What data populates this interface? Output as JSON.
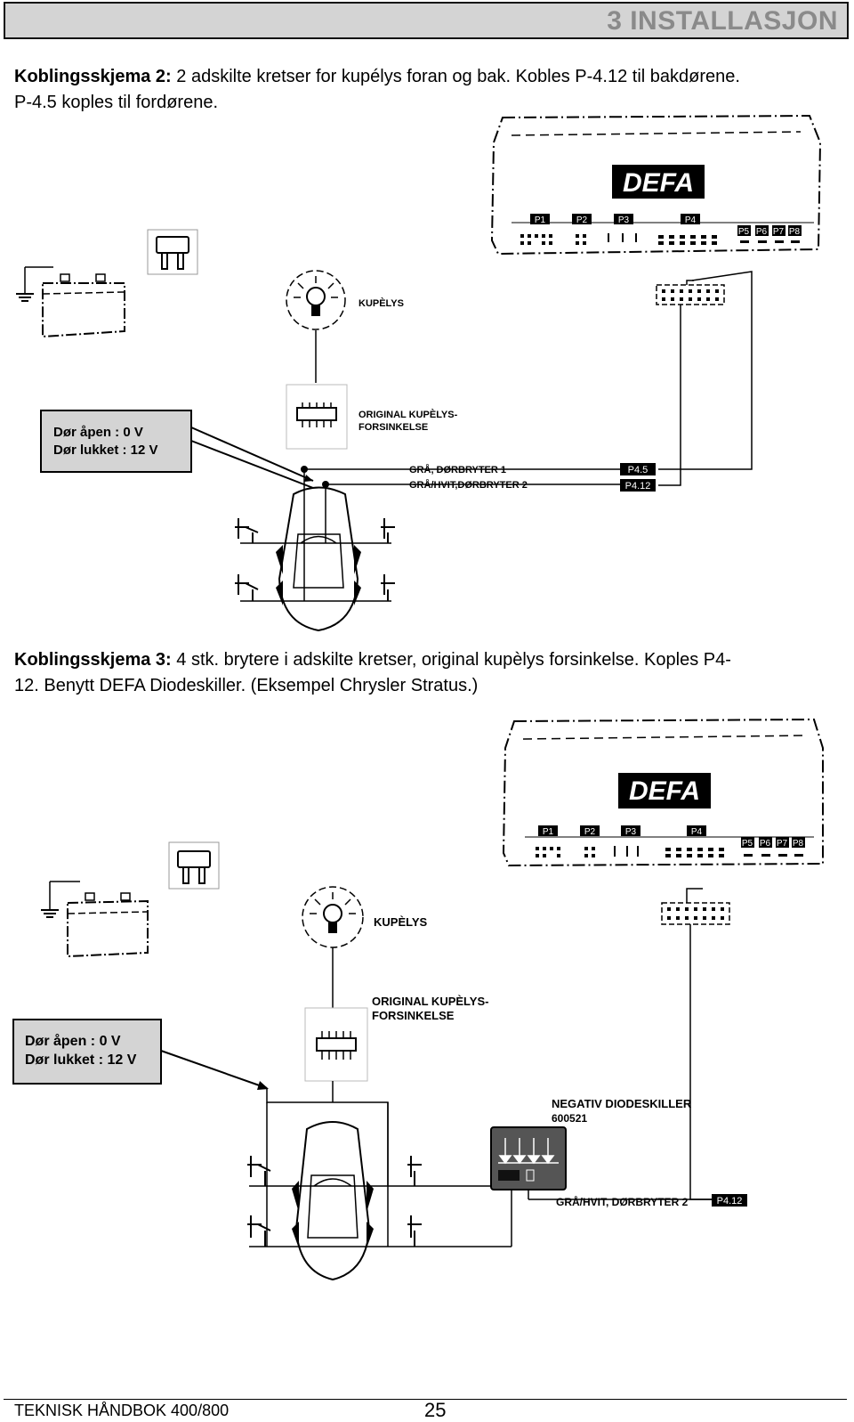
{
  "header": {
    "title": "3 INSTALLASJON"
  },
  "section2": {
    "heading": "Koblingsskjema 2:",
    "text": " 2 adskilte kretser for kupélys foran og bak. Kobles P-4.12 til bakdørene.",
    "text_line2": "P-4.5 koples til fordørene."
  },
  "diagram1": {
    "logo": "DEFA",
    "ports": [
      "P1",
      "P2",
      "P3",
      "P4",
      "P5",
      "P6",
      "P7",
      "P8"
    ],
    "lamp_label": "KUPÈLYS",
    "door_open": "Dør åpen : 0 V",
    "door_closed": "Dør lukket : 12 V",
    "delay_label_1": "ORIGINAL KUPÈLYS-",
    "delay_label_2": "FORSINKELSE",
    "wire1": "GRÅ, DØRBRYTER 1",
    "wire2": "GRÅ/HVIT,DØRBRYTER 2",
    "pin1": "P4.5",
    "pin2": "P4.12"
  },
  "section3": {
    "heading": "Koblingsskjema 3:",
    "text": " 4 stk. brytere i adskilte kretser, original kupèlys forsinkelse. Koples P4-",
    "text_line2": "12. Benytt DEFA Diodeskiller. (Eksempel Chrysler Stratus.)"
  },
  "diagram2": {
    "logo": "DEFA",
    "ports": [
      "P1",
      "P2",
      "P3",
      "P4",
      "P5",
      "P6",
      "P7",
      "P8"
    ],
    "lamp_label": "KUPÈLYS",
    "door_open": "Dør åpen : 0 V",
    "door_closed": "Dør lukket : 12 V",
    "delay_label_1": "ORIGINAL KUPÈLYS-",
    "delay_label_2": "FORSINKELSE",
    "diode_label_1": "NEGATIV DIODESKILLER",
    "diode_label_2": "600521",
    "wire": "GRÅ/HVIT, DØRBRYTER 2",
    "pin": "P4.12"
  },
  "footer": {
    "left": "TEKNISK HÅNDBOK 400/800",
    "page": "25"
  }
}
